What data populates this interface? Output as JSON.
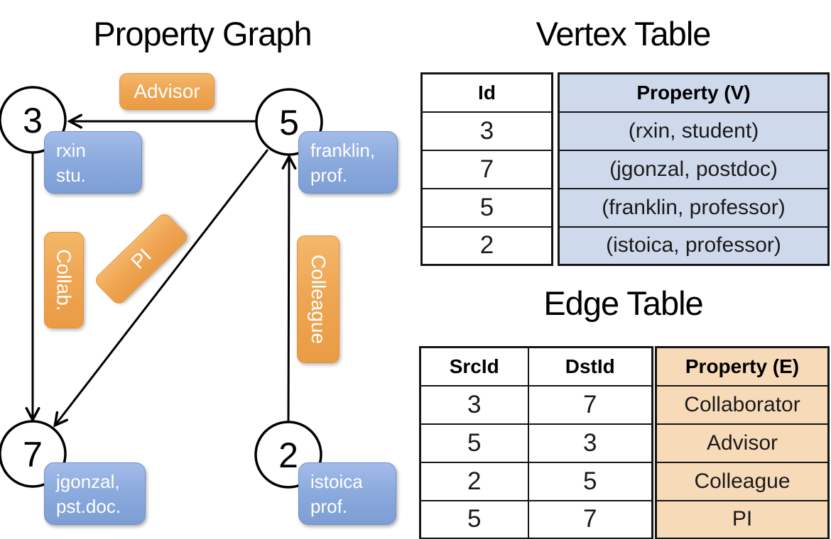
{
  "slide": {
    "graph_title": "Property Graph",
    "vertex_table_title": "Vertex Table",
    "edge_table_title": "Edge Table"
  },
  "graph": {
    "vertices": [
      {
        "id": "3",
        "property": [
          "rxin",
          "stu."
        ]
      },
      {
        "id": "5",
        "property": [
          "franklin,",
          "prof."
        ]
      },
      {
        "id": "7",
        "property": [
          "jgonzal,",
          "pst.doc."
        ]
      },
      {
        "id": "2",
        "property": [
          "istoica",
          "prof."
        ]
      }
    ],
    "edges": [
      {
        "src": "5",
        "dst": "3",
        "label": "Advisor"
      },
      {
        "src": "3",
        "dst": "7",
        "label": "Collab."
      },
      {
        "src": "5",
        "dst": "7",
        "label": "PI"
      },
      {
        "src": "2",
        "dst": "5",
        "label": "Colleague"
      }
    ],
    "edge_labels": [
      {
        "name": "Advisor"
      },
      {
        "name": "Collab."
      },
      {
        "name": "PI"
      },
      {
        "name": "Colleague"
      }
    ]
  },
  "vertex_table": {
    "columns": [
      "Id",
      "Property (V)"
    ],
    "rows": [
      [
        "3",
        "(rxin, student)"
      ],
      [
        "7",
        "(jgonzal, postdoc)"
      ],
      [
        "5",
        "(franklin, professor)"
      ],
      [
        "2",
        "(istoica, professor)"
      ]
    ]
  },
  "edge_table": {
    "columns": [
      "SrcId",
      "DstId",
      "Property (E)"
    ],
    "rows": [
      [
        "3",
        "7",
        "Collaborator"
      ],
      [
        "5",
        "3",
        "Advisor"
      ],
      [
        "2",
        "5",
        "Colleague"
      ],
      [
        "5",
        "7",
        "PI"
      ]
    ]
  },
  "colors": {
    "vertex_property_cell_fill": "#cfd9ec",
    "edge_property_cell_fill": "#f7dab8",
    "vertex_box_blue": "#8baadd",
    "edge_label_orange": "#efa654",
    "table_border": "#141414",
    "edge_stroke": "#000000"
  }
}
